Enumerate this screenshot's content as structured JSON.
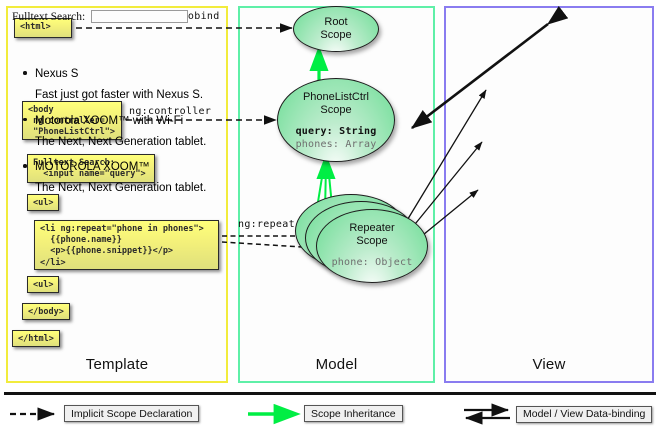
{
  "columns": [
    {
      "id": "template",
      "label": "Template",
      "border_color": "#f2ec3c"
    },
    {
      "id": "model",
      "label": "Model",
      "border_color": "#5ff0a8"
    },
    {
      "id": "view",
      "label": "View",
      "border_color": "#8a7cf0"
    }
  ],
  "template": {
    "boxes": [
      {
        "name": "html-open-box",
        "text": "<html>"
      },
      {
        "name": "body-controller-box",
        "text": "<body\n ng:controller=\n \"PhoneListCtrl\">"
      },
      {
        "name": "fulltext-search-box",
        "text": "Fulltext Search:\n  <input name=\"query\">"
      },
      {
        "name": "ul-open-box",
        "text": "<ul>"
      },
      {
        "name": "li-repeat-box",
        "text": "<li ng:repeat=\"phone in phones\">\n  {{phone.name}}\n  <p>{{phone.snippet}}</p>\n</li>"
      },
      {
        "name": "ul-close-box",
        "text": "<ul>"
      },
      {
        "name": "body-close-box",
        "text": "</body>"
      },
      {
        "name": "html-close-box",
        "text": "</html>"
      }
    ]
  },
  "connectors": [
    {
      "name": "ng-autobind-label",
      "text": "ng:autobind"
    },
    {
      "name": "ng-controller-label",
      "text": "ng:controller"
    },
    {
      "name": "ng-repeat-label",
      "text": "ng:repeat"
    }
  ],
  "model": {
    "scopes": [
      {
        "name": "root-scope",
        "title_line1": "Root",
        "title_line2": "Scope",
        "props": []
      },
      {
        "name": "phonelistctrl-scope",
        "title_line1": "PhoneListCtrl",
        "title_line2": "Scope",
        "props": [
          {
            "text": "query: String",
            "style": "bold"
          },
          {
            "text": "phones: Array",
            "style": "gray"
          }
        ]
      },
      {
        "name": "repeater-scope",
        "title_line1": "Repeater",
        "title_line2": "Scope",
        "props": [
          {
            "text": "phone: Object",
            "style": "gray"
          }
        ]
      }
    ]
  },
  "view": {
    "search_label": "Fulltext Search:",
    "search_value": "",
    "items": [
      {
        "name": "Nexus S",
        "snippet": "Fast just got faster with Nexus S."
      },
      {
        "name": "Motorola XOOM™  with Wi-Fi",
        "snippet": "The Next, Next Generation tablet."
      },
      {
        "name": "MOTOROLA XOOM™",
        "snippet": "The Next, Next Generation tablet."
      }
    ]
  },
  "legend": [
    {
      "name": "legend-implicit-scope-declaration",
      "label": "Implicit Scope Declaration",
      "arrow": "dashed"
    },
    {
      "name": "legend-scope-inheritance",
      "label": "Scope Inheritance",
      "arrow": "green-solid"
    },
    {
      "name": "legend-data-binding",
      "label": "Model / View Data-binding",
      "arrow": "double"
    }
  ],
  "colors": {
    "template_border": "#f2ec3c",
    "model_border": "#5ff0a8",
    "view_border": "#8a7cf0",
    "inheritance_green": "#00ee44",
    "code_box_yellow": "#f3f07a"
  }
}
